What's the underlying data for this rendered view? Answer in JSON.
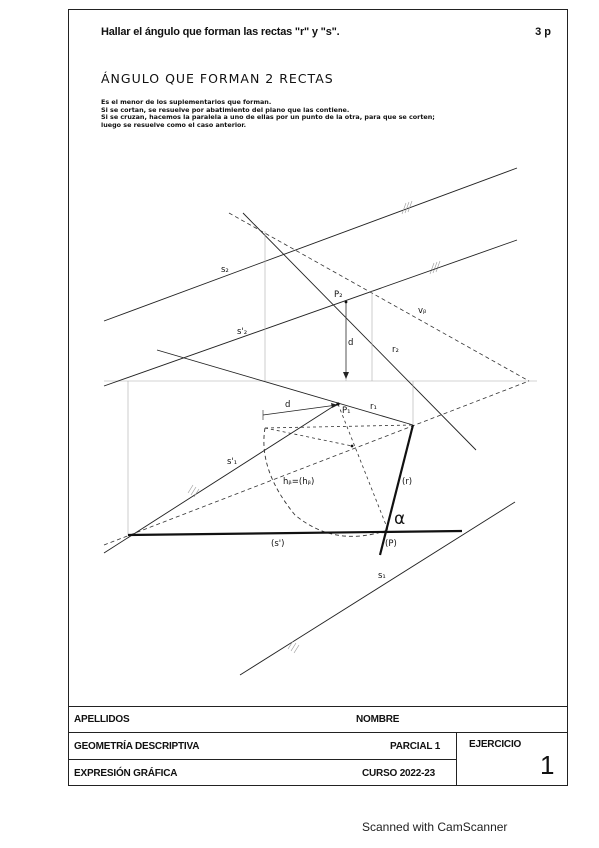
{
  "header": {
    "title": "Hallar el ángulo que forman las rectas \"r\" y \"s\".",
    "points": "3 p"
  },
  "section": {
    "title": "ÁNGULO QUE FORMAN 2 RECTAS",
    "lines": [
      "Es el menor de los suplementarios que forman.",
      "Si se cortan, se resuelve por abatimiento del plano que las contiene.",
      "Si se cruzan, hacemos la paralela a uno de ellas por un punto de la otra, para que se corten;",
      "luego se resuelve como el caso anterior."
    ]
  },
  "labels": {
    "s2": "s₂",
    "s2p": "s'₂",
    "P2": "P₂",
    "vp": "vᵦ",
    "d_vertical": "d",
    "r2": "r₂",
    "d_horizontal": "d",
    "P1": "P₁",
    "r1": "r₁",
    "s1p": "s'₁",
    "hp": "hᵦ=(hᵦ)",
    "r_ab": "(r)",
    "alpha": "α",
    "s_ab": "(s')",
    "P_ab": "(P)",
    "s1": "s₁"
  },
  "footer": {
    "apellidos": "APELLIDOS",
    "nombre": "NOMBRE",
    "geometria": "GEOMETRÍA DESCRIPTIVA",
    "parcial": "PARCIAL 1",
    "ejercicio": "EJERCICIO",
    "expresion": "EXPRESIÓN GRÁFICA",
    "curso": "CURSO 2022-23",
    "numero": "1"
  },
  "watermark": "Scanned with CamScanner"
}
